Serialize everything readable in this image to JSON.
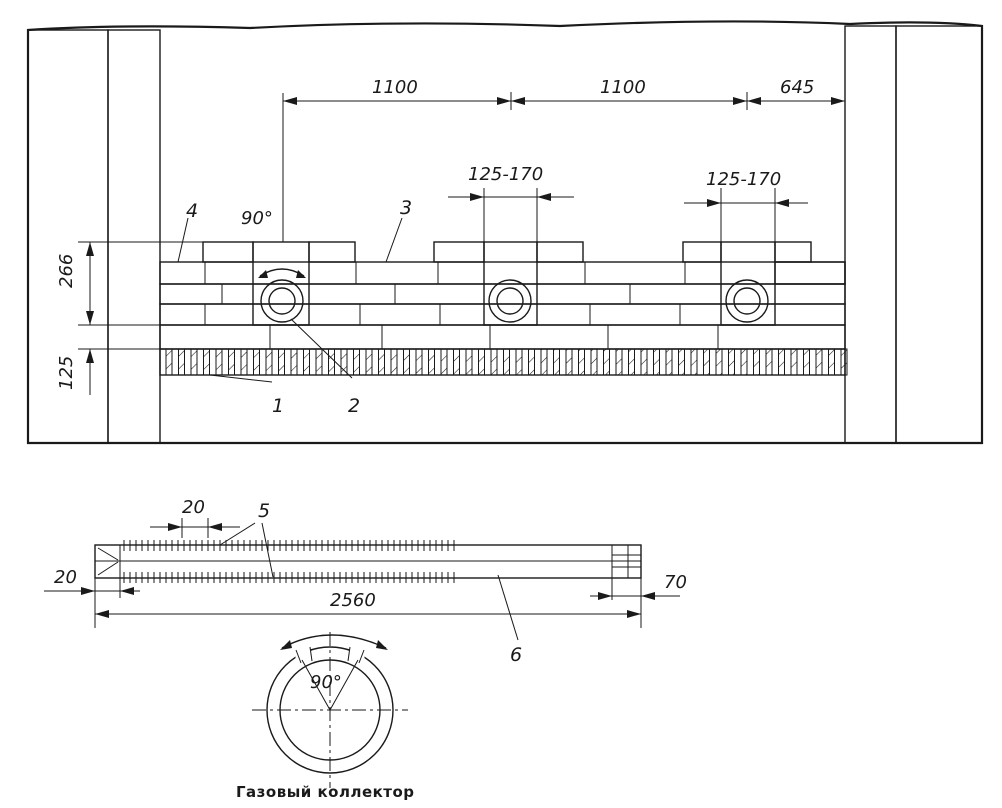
{
  "dimensions": {
    "spacing_1": "1100",
    "spacing_2": "1100",
    "edge_offset": "645",
    "gap_1": "125-170",
    "gap_2": "125-170",
    "height_layer": "266",
    "height_base": "125",
    "angle_top": "90°",
    "notch_width": "20",
    "end_offset": "20",
    "pipe_length": "2560",
    "pipe_end": "70",
    "angle_section": "90°"
  },
  "callouts": {
    "c1": "1",
    "c2": "2",
    "c3": "3",
    "c4": "4",
    "c5": "5",
    "c6": "6"
  },
  "caption": "Газовый коллектор"
}
